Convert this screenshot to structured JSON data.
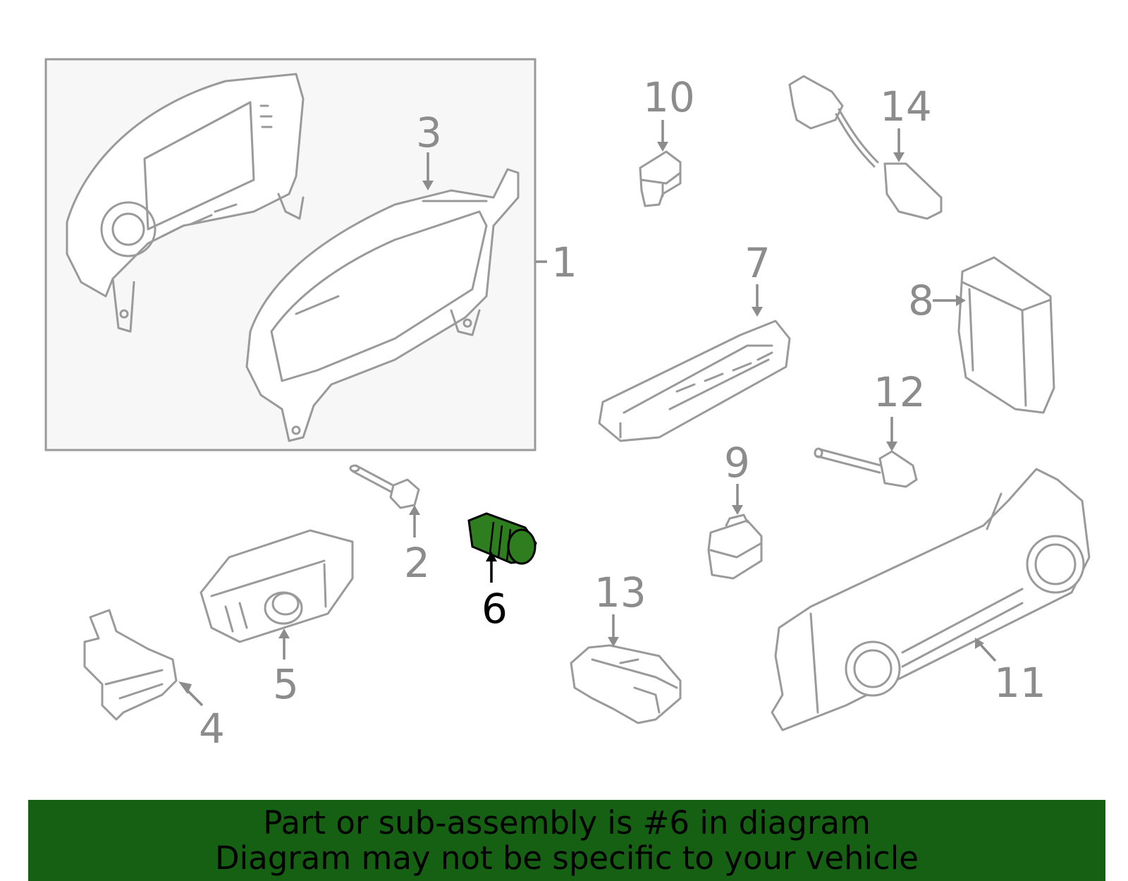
{
  "diagram": {
    "callouts": {
      "c1": "1",
      "c2": "2",
      "c3": "3",
      "c4": "4",
      "c5": "5",
      "c6": "6",
      "c7": "7",
      "c8": "8",
      "c9": "9",
      "c10": "10",
      "c11": "11",
      "c12": "12",
      "c13": "13",
      "c14": "14"
    },
    "highlighted_part": "6",
    "colors": {
      "highlight_part": "#2e7d1f",
      "banner_background": "#156012",
      "line_art": "#9a9a9a",
      "inset_background": "#f7f7f7"
    }
  },
  "banner": {
    "line1": "Part or sub-assembly is #6 in diagram",
    "line2": "Diagram may not be specific to your vehicle"
  }
}
